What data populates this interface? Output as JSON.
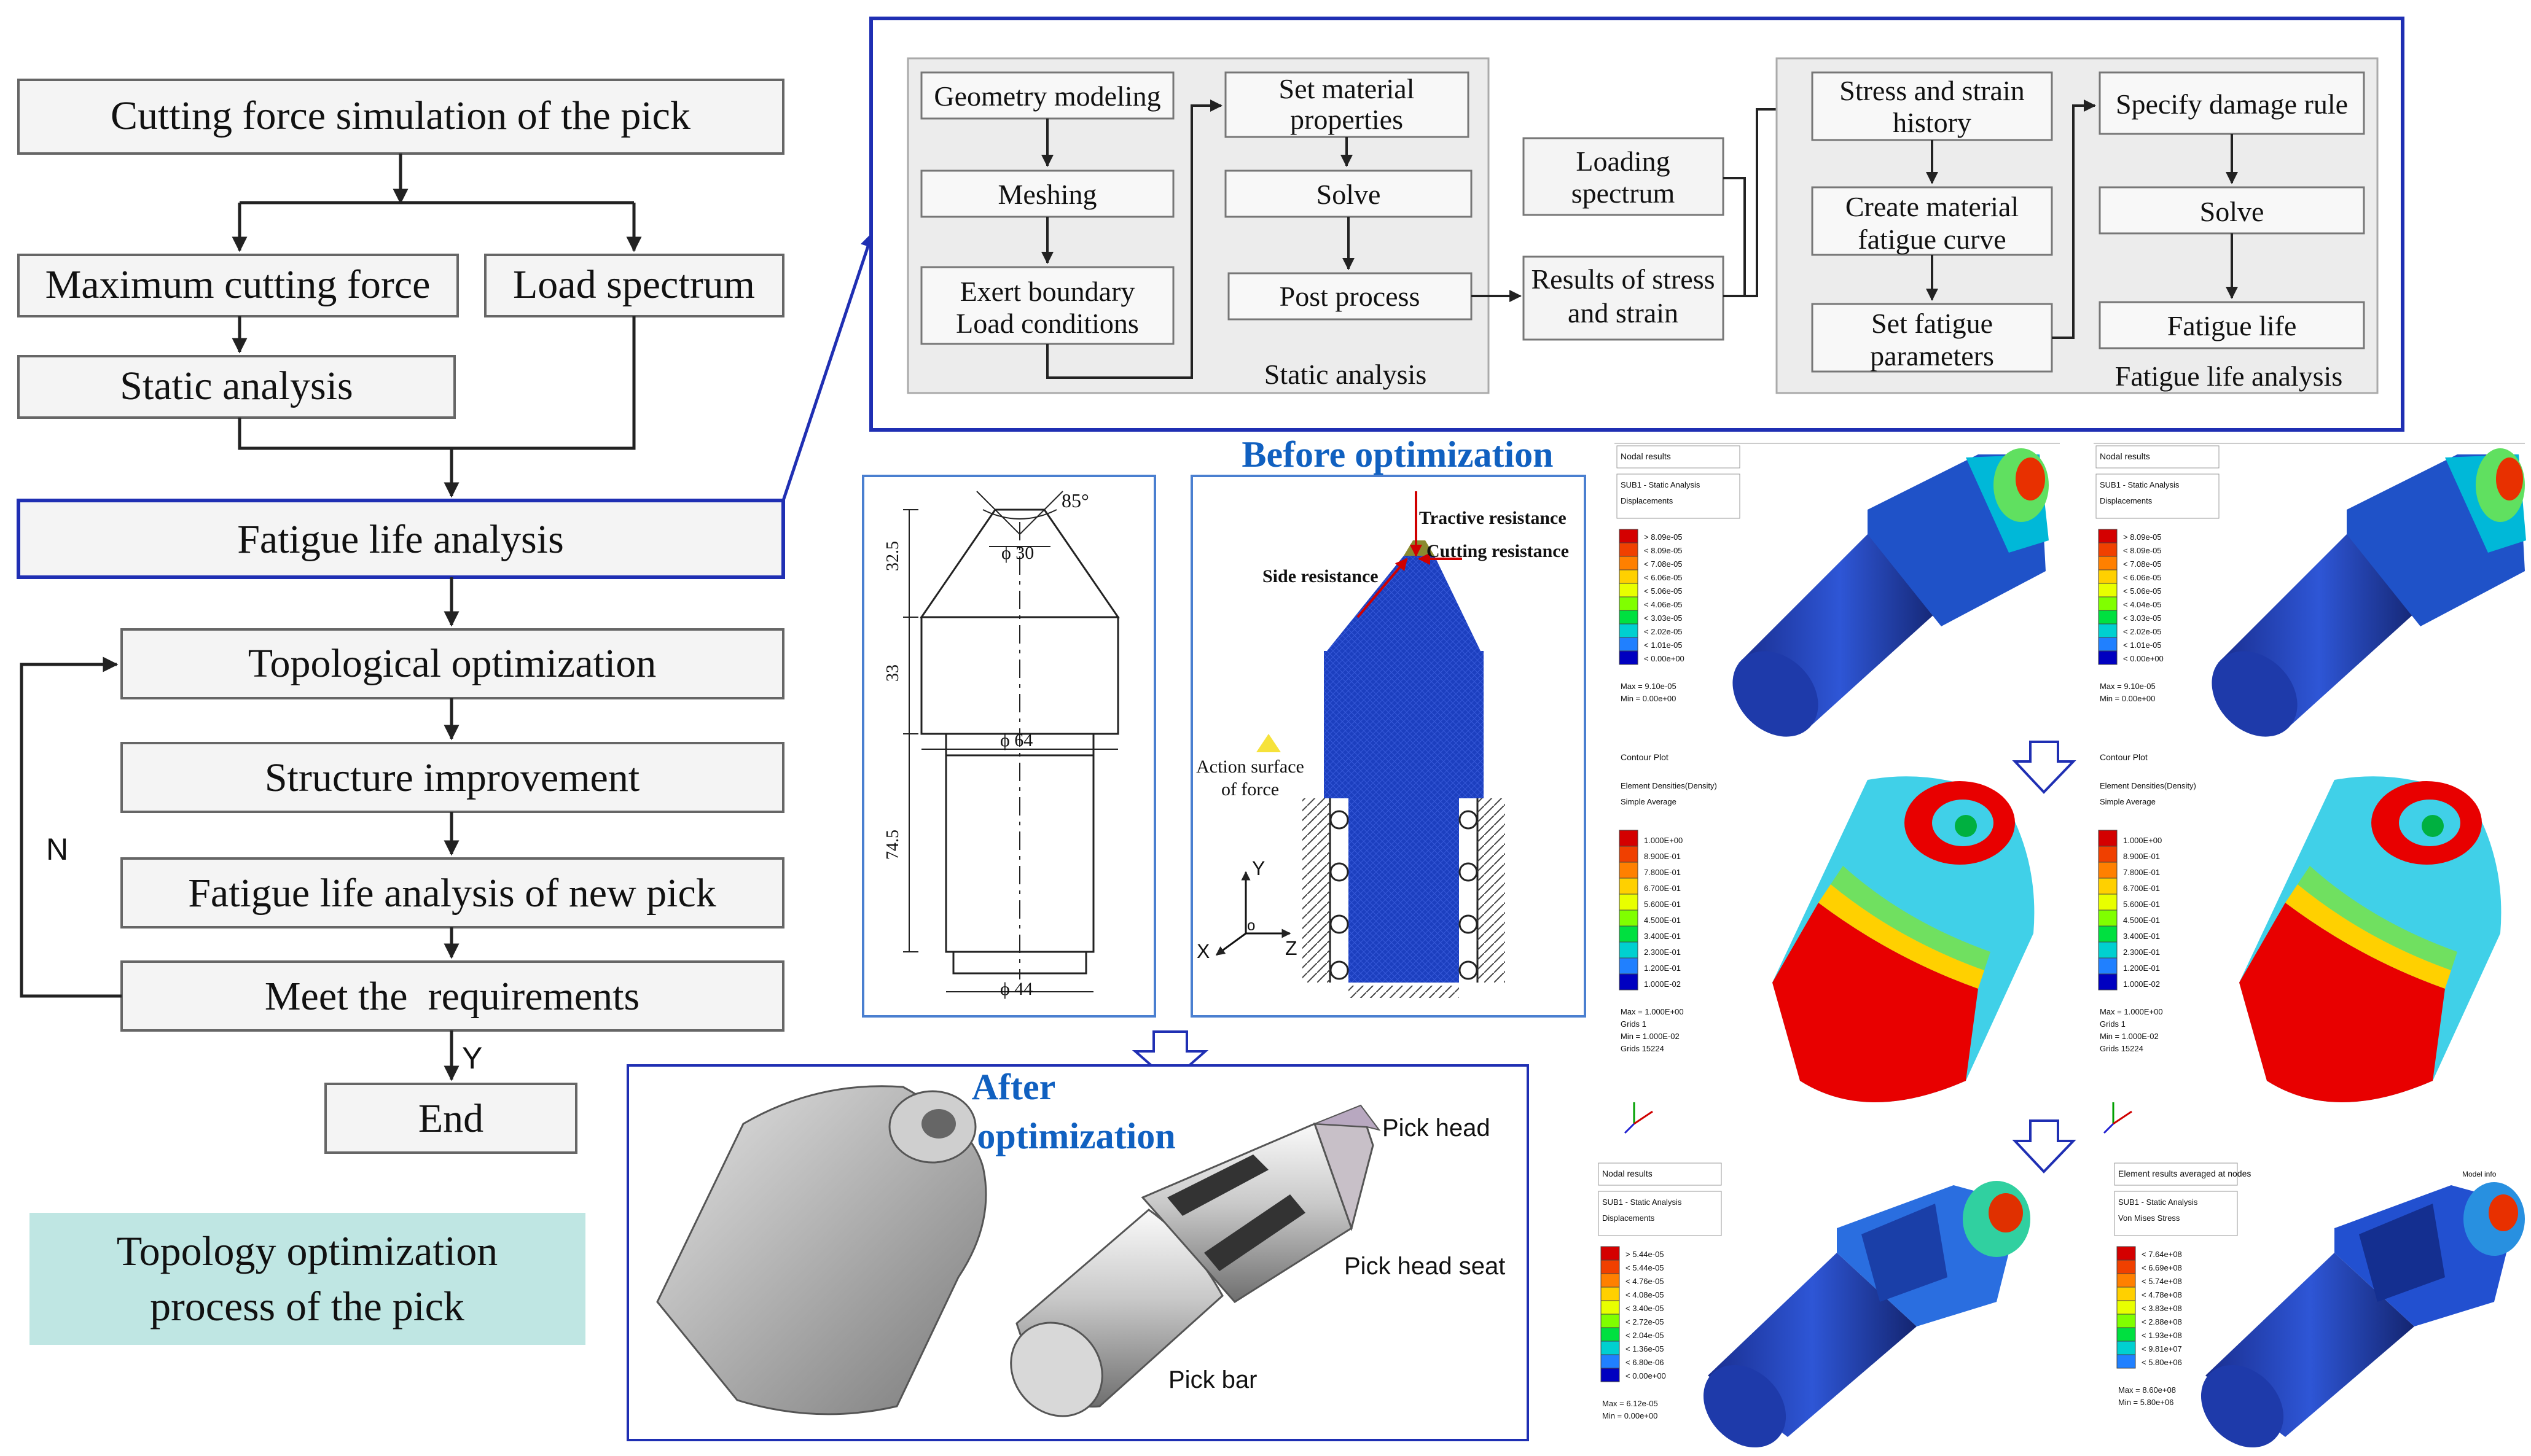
{
  "flowchart": {
    "cutting_force": "Cutting force simulation of the pick",
    "max_cutting_force": "Maximum cutting force",
    "load_spectrum": "Load spectrum",
    "static_analysis": "Static analysis",
    "fatigue_life_analysis": "Fatigue life analysis",
    "topological_optimization": "Topological optimization",
    "structure_improvement": "Structure improvement",
    "fatigue_life_new_pick": "Fatigue life analysis of new pick",
    "meet_requirements": "Meet the  requirements",
    "end": "End",
    "label_n": "N",
    "label_y": "Y"
  },
  "caption": {
    "line1": "Topology optimization",
    "line2": "process of the pick",
    "background": "#bfe6e3"
  },
  "detail": {
    "static": {
      "geometry_modeling": "Geometry modeling",
      "set_material_1": "Set material",
      "set_material_2": "properties",
      "meshing": "Meshing",
      "solve": "Solve",
      "exert_1": "Exert boundary",
      "exert_2": "Load conditions",
      "post_process": "Post process",
      "group_label": "Static analysis"
    },
    "loading_1": "Loading",
    "loading_2": "spectrum",
    "results_1": "Results of stress",
    "results_2": "and strain",
    "fatigue": {
      "stress_history_1": "Stress and strain",
      "stress_history_2": "history",
      "create_curve_1": "Create material",
      "create_curve_2": "fatigue curve",
      "set_params_1": "Set fatigue",
      "set_params_2": "parameters",
      "damage_rule": "Specify damage rule",
      "solve": "Solve",
      "fatigue_life": "Fatigue life",
      "group_label": "Fatigue life analysis"
    }
  },
  "drawing": {
    "angle": "85°",
    "d30": "ϕ 30",
    "d64": "ϕ 64",
    "d44": "ϕ 44",
    "h32": "32.5",
    "h33": "33",
    "h74": "74.5"
  },
  "before": {
    "title": "Before optimization",
    "tractive": "Tractive resistance",
    "cutting": "Cutting resistance",
    "side": "Side resistance",
    "action_1": "Action surface",
    "action_2": "of force",
    "axis_x": "X",
    "axis_y": "Y",
    "axis_z": "Z",
    "axis_o": "o"
  },
  "after": {
    "title_1": "After",
    "title_2": "optimization",
    "pick_head": "Pick head",
    "pick_head_seat": "Pick head seat",
    "pick_bar": "Pick bar"
  },
  "results": {
    "tl": {
      "header": "Nodal results",
      "subcase": "SUB1 - Static Analysis",
      "type": "Displacements",
      "legend": [
        "> 8.09e-05",
        "< 8.09e-05",
        "< 7.08e-05",
        "< 6.06e-05",
        "< 5.06e-05",
        "< 4.06e-05",
        "< 3.03e-05",
        "< 2.02e-05",
        "< 1.01e-05",
        "< 0.00e+00"
      ],
      "max": "Max = 9.10e-05",
      "min": "Min = 0.00e+00"
    },
    "tr": {
      "header": "Nodal results",
      "subcase": "SUB1 - Static Analysis",
      "type": "Displacements",
      "legend": [
        "> 8.09e-05",
        "< 8.09e-05",
        "< 7.08e-05",
        "< 6.06e-05",
        "< 5.06e-05",
        "< 4.04e-05",
        "< 3.03e-05",
        "< 2.02e-05",
        "< 1.01e-05",
        "< 0.00e+00"
      ],
      "max": "Max = 9.10e-05",
      "min": "Min = 0.00e+00"
    },
    "ml": {
      "header": "Contour Plot",
      "subcase": "Element Densities(Density)",
      "type": "Simple Average",
      "legend": [
        "1.000E+00",
        "8.900E-01",
        "7.800E-01",
        "6.700E-01",
        "5.600E-01",
        "4.500E-01",
        "3.400E-01",
        "2.300E-01",
        "1.200E-01",
        "1.000E-02"
      ],
      "max": "Max = 1.000E+00",
      "grids_a": "Grids 1",
      "min": "Min = 1.000E-02",
      "grids_b": "Grids 15224"
    },
    "mr": {
      "header": "Contour Plot",
      "subcase": "Element Densities(Density)",
      "type": "Simple Average",
      "legend": [
        "1.000E+00",
        "8.900E-01",
        "7.800E-01",
        "6.700E-01",
        "5.600E-01",
        "4.500E-01",
        "3.400E-01",
        "2.300E-01",
        "1.200E-01",
        "1.000E-02"
      ],
      "max": "Max = 1.000E+00",
      "grids_a": "Grids 1",
      "min": "Min = 1.000E-02",
      "grids_b": "Grids 15224"
    },
    "bl": {
      "header": "Nodal results",
      "subcase": "SUB1 - Static Analysis",
      "type": "Displacements",
      "legend": [
        "> 5.44e-05",
        "< 5.44e-05",
        "< 4.76e-05",
        "< 4.08e-05",
        "< 3.40e-05",
        "< 2.72e-05",
        "< 2.04e-05",
        "< 1.36e-05",
        "< 6.80e-06",
        "< 0.00e+00"
      ],
      "max": "Max = 6.12e-05",
      "min": "Min = 0.00e+00"
    },
    "br": {
      "header": "Element results averaged at nodes",
      "subcase": "SUB1 - Static Analysis",
      "type": "Von Mises Stress",
      "legend": [
        "< 7.64e+08",
        "< 6.69e+08",
        "< 5.74e+08",
        "< 4.78e+08",
        "< 3.83e+08",
        "< 2.88e+08",
        "< 1.93e+08",
        "< 9.81e+07",
        "< 5.80e+06"
      ],
      "max": "Max = 8.60e+08",
      "min": "Min = 5.80e+06",
      "model_info": "Model info"
    }
  },
  "colors": {
    "box_border": "#666666",
    "box_fill": "#f4f4f4",
    "panel_fill": "#ececec",
    "highlight_blue": "#1f2fb3",
    "title_blue": "#1060c0",
    "arrow": "#222222",
    "mesh_blue": "#1c3fbf",
    "legend_scale": [
      "#d40000",
      "#f04000",
      "#ff8000",
      "#ffd000",
      "#e8ff00",
      "#80ff00",
      "#00e040",
      "#00d0d0",
      "#2080ff",
      "#0000c0",
      "#ffffff"
    ]
  },
  "icons": [
    "down-hollow-arrow-icon",
    "coordinate-axes-icon",
    "triangle-marker-icon"
  ]
}
